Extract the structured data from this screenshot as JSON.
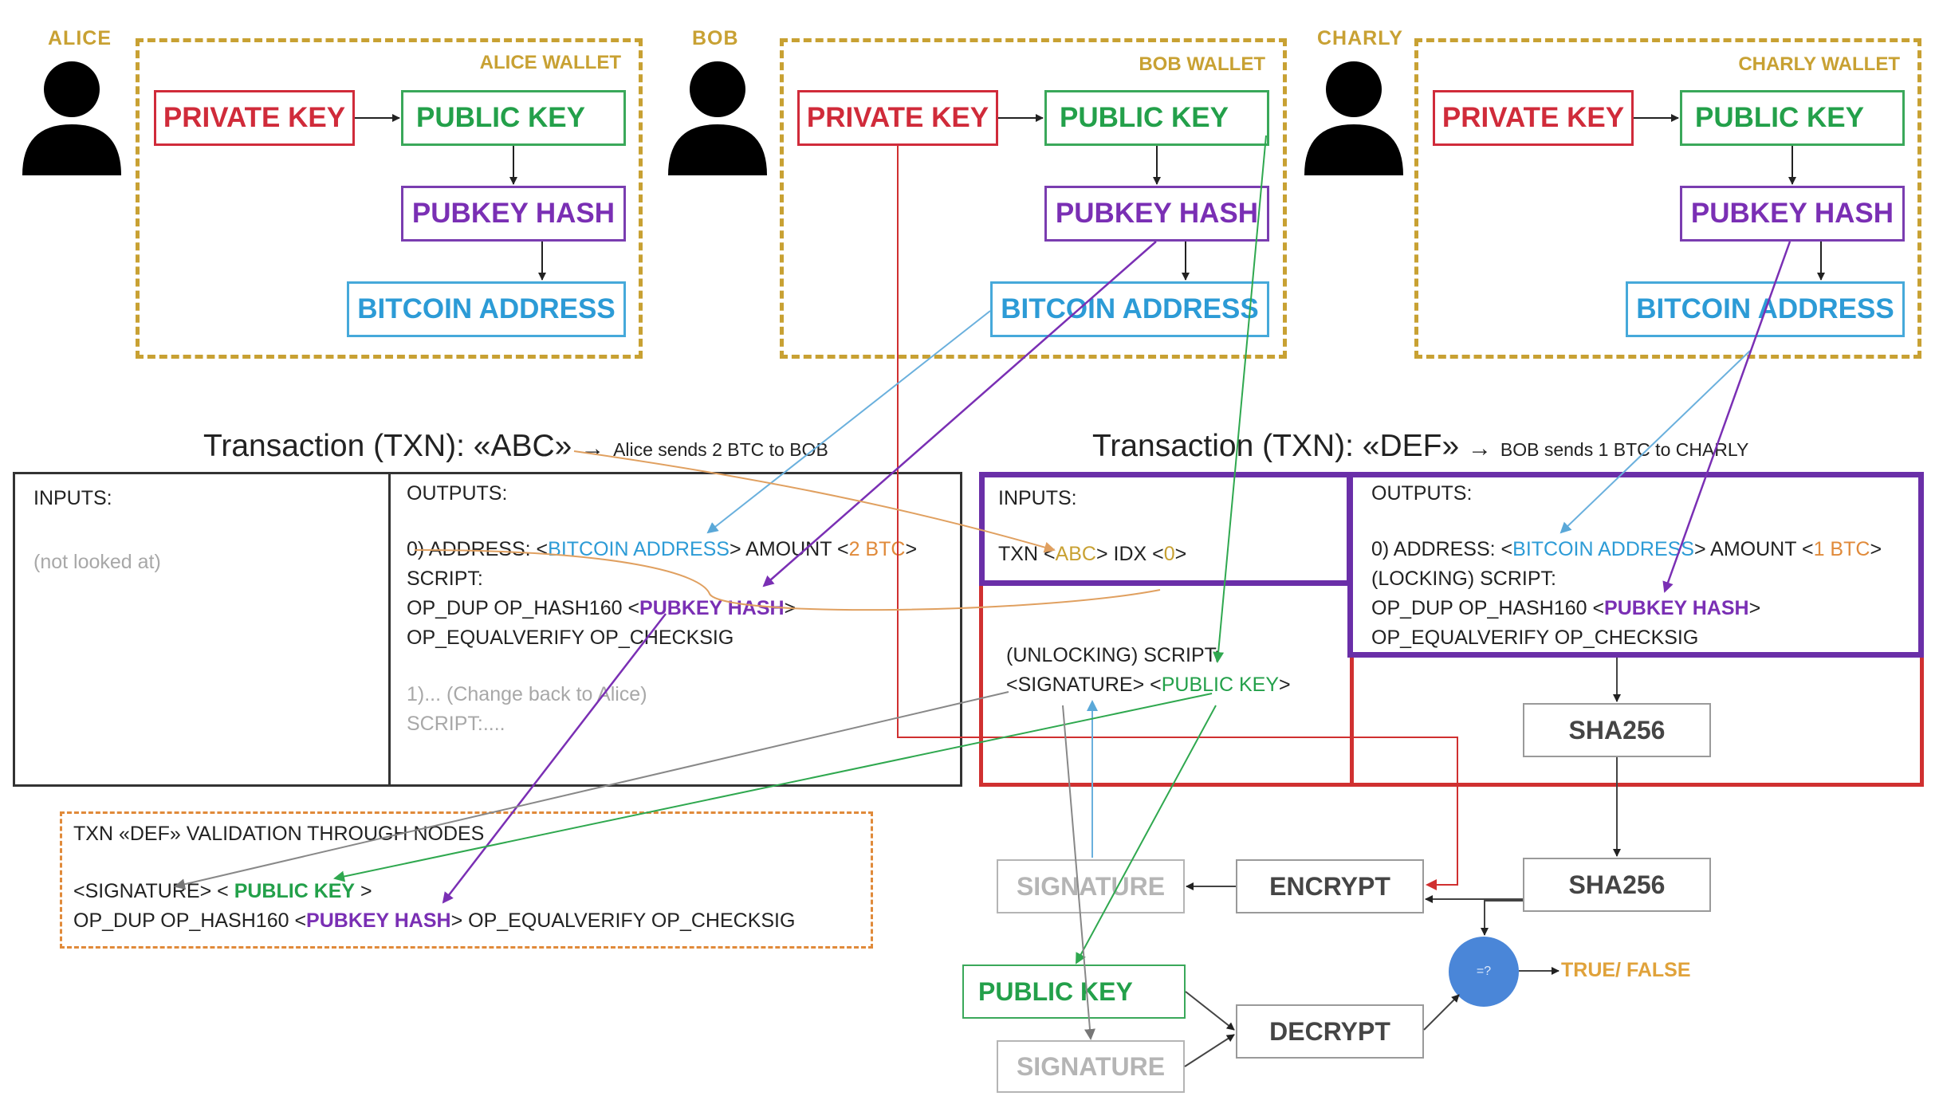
{
  "people": {
    "alice": {
      "name": "ALICE",
      "wallet": "ALICE WALLET"
    },
    "bob": {
      "name": "BOB",
      "wallet": "BOB WALLET"
    },
    "charly": {
      "name": "CHARLY",
      "wallet": "CHARLY WALLET"
    }
  },
  "wallet_boxes": {
    "private_key": "PRIVATE KEY",
    "public_key": "PUBLIC KEY",
    "pubkey_hash": "PUBKEY HASH",
    "bitcoin_address": "BITCOIN ADDRESS"
  },
  "txn_abc": {
    "title": "Transaction (TXN): «ABC»",
    "subtitle": "Alice sends 2 BTC to BOB",
    "inputs_label": "INPUTS:",
    "inputs_note": "(not looked at)",
    "outputs_label": "OUTPUTS:",
    "address_prefix": "0) ADDRESS:  <",
    "address_value": "BITCOIN ADDRESS",
    "amount_prefix": "> AMOUNT <",
    "amount_value": "2 BTC",
    "close": ">",
    "script_label": "SCRIPT:",
    "script_line1_prefix": "OP_DUP OP_HASH160 <",
    "script_line1_value": "PUBKEY HASH",
    "script_line2": "OP_EQUALVERIFY OP_CHECKSIG",
    "change_line": "1)... (Change back to Alice)",
    "change_script": "SCRIPT:...."
  },
  "txn_def": {
    "title": "Transaction (TXN): «DEF»",
    "subtitle": "BOB sends 1 BTC to CHARLY",
    "inputs_label": "INPUTS:",
    "input_txn_prefix": "TXN <",
    "input_txn_value": "ABC",
    "input_idx_prefix": "> IDX <",
    "input_idx_value": "0",
    "unlocking_label": "(UNLOCKING) SCRIPT:",
    "sig_prefix": "<SIGNATURE> <",
    "sig_pub": "PUBLIC KEY",
    "outputs_label": "OUTPUTS:",
    "address_prefix": "0) ADDRESS:  <",
    "address_value": "BITCOIN ADDRESS",
    "amount_prefix": "> AMOUNT <",
    "amount_value": "1 BTC",
    "locking_label": "(LOCKING) SCRIPT:",
    "script_line1_prefix": "OP_DUP OP_HASH160 <",
    "script_line1_value": "PUBKEY HASH",
    "script_line2": "OP_EQUALVERIFY OP_CHECKSIG"
  },
  "validation": {
    "title": "TXN «DEF» VALIDATION THROUGH NODES",
    "line1_prefix": "<SIGNATURE> < ",
    "line1_pub": "PUBLIC KEY",
    "line1_suffix": " >",
    "line2_prefix": "OP_DUP OP_HASH160 <",
    "line2_hash": "PUBKEY HASH",
    "line2_suffix": "> OP_EQUALVERIFY OP_CHECKSIG"
  },
  "crypto": {
    "sha256_1": "SHA256",
    "sha256_2": "SHA256",
    "encrypt": "ENCRYPT",
    "decrypt": "DECRYPT",
    "signature_1": "SIGNATURE",
    "signature_2": "SIGNATURE",
    "public_key": "PUBLIC KEY",
    "compare": "=?",
    "result": "TRUE/ FALSE"
  },
  "colors": {
    "gold": "#c8a133",
    "private_key": "#d02b3a",
    "public_key": "#23a04a",
    "pubkey_hash": "#7a2fb4",
    "bitcoin_address": "#2c9bd6",
    "inputs_border": "#6a2fa8",
    "unlocking_border": "#d03030",
    "compare_node": "#4a86d8"
  }
}
